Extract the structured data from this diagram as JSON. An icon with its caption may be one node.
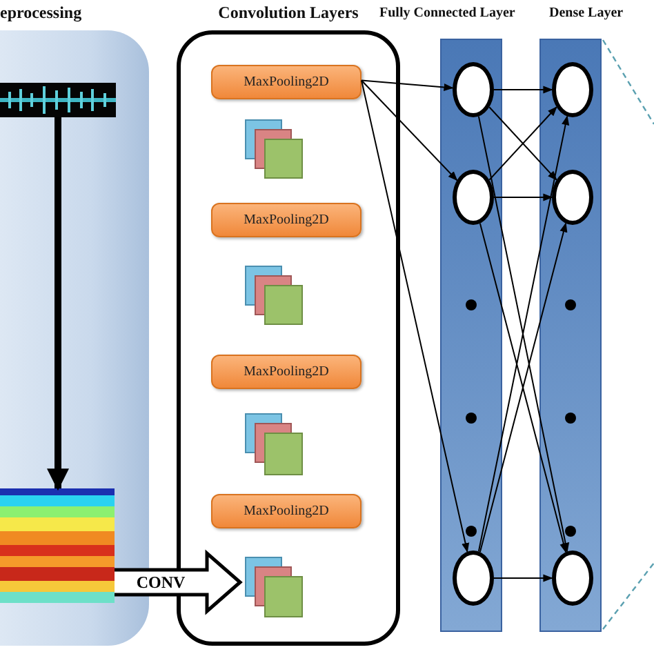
{
  "diagram": {
    "nodes": [
      {
        "text": [
          "eprocessing"
        ]
      },
      {
        "text": [],
        "shape": "picture",
        "in": 0
      },
      {
        "text": [],
        "shape": "picture",
        "in": 0
      },
      {
        "text": [
          "Convolution Layers"
        ]
      },
      {
        "text": [
          "MaxPooling2D"
        ],
        "in": 3
      },
      {
        "text": [],
        "shape": "box",
        "in": 3
      },
      {
        "text": [
          "MaxPooling2D"
        ],
        "in": 3
      },
      {
        "text": [],
        "shape": "box",
        "in": 3
      },
      {
        "text": [
          "MaxPooling2D"
        ],
        "in": 3
      },
      {
        "text": [],
        "shape": "box",
        "in": 3
      },
      {
        "text": [
          "MaxPooling2D"
        ],
        "in": 3
      },
      {
        "text": [],
        "shape": "box",
        "in": 3
      },
      {
        "text": [
          "Fully Connected Layer"
        ]
      },
      {
        "text": [],
        "shape": "circle",
        "in": 12
      },
      {
        "text": [],
        "shape": "circle",
        "in": 12
      },
      {
        "text": [],
        "shape": "circle",
        "in": 12
      },
      {
        "text": [
          "Dense Layer"
        ]
      },
      {
        "text": [],
        "shape": "circle",
        "in": 16
      },
      {
        "text": [],
        "shape": "circle",
        "in": 16
      },
      {
        "text": [],
        "shape": "circle",
        "in": 16
      }
    ],
    "edges": [
      {
        "from": 1,
        "to": 2,
        "arrow": "to",
        "style": "thick"
      },
      {
        "from": 2,
        "to": 11,
        "arrow": "to",
        "label": "CONV",
        "style": "thick"
      },
      {
        "from": 4,
        "to": 13,
        "arrow": "to"
      },
      {
        "from": 4,
        "to": 14,
        "arrow": "to"
      },
      {
        "from": 4,
        "to": 15,
        "arrow": "to"
      },
      {
        "from": 13,
        "to": 17,
        "arrow": "to"
      },
      {
        "from": 13,
        "to": 18,
        "arrow": "to"
      },
      {
        "from": 14,
        "to": 17,
        "arrow": "to"
      },
      {
        "from": 14,
        "to": 18,
        "arrow": "to"
      },
      {
        "from": 13,
        "to": 19,
        "arrow": "to"
      },
      {
        "from": 14,
        "to": 19,
        "arrow": "to"
      },
      {
        "from": 15,
        "to": 17,
        "arrow": "to"
      },
      {
        "from": 15,
        "to": 18,
        "arrow": "to"
      },
      {
        "from": 15,
        "to": 19,
        "arrow": "to"
      }
    ]
  }
}
